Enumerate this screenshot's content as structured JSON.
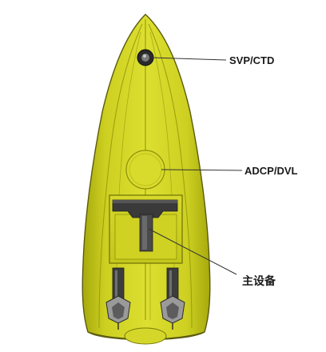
{
  "diagram": {
    "subject": "boat-hull-top-view",
    "colors": {
      "hull": "#c9cc1e",
      "hull_light": "#dfe234",
      "hull_dark": "#8e9107",
      "outline": "#4a4a0a",
      "equipment_dark": "#2f2f2f",
      "equipment_mid": "#6e6e6e",
      "leader_line": "#3a3a3a"
    },
    "labels": {
      "svp_ctd": "SVP/CTD",
      "adcp_dvl": "ADCP/DVL",
      "main_equipment": "主设备"
    }
  }
}
